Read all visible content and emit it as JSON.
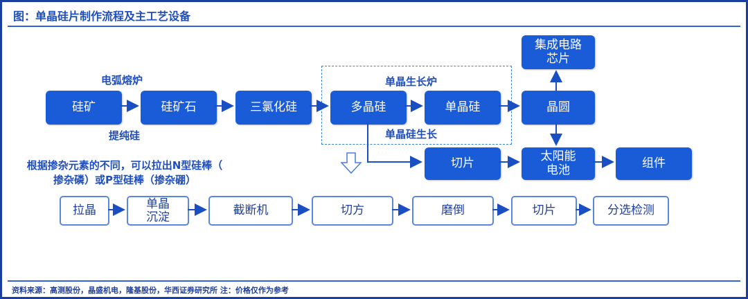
{
  "title": "图：单晶硅片制作流程及主工艺设备",
  "footer": "资料来源：高测股份，晶盛机电，隆基股份，华西证券研究所  注：价格仅作为参考",
  "main_flow": {
    "silicon_ore": "硅矿",
    "quartz": "硅矿石",
    "trichlorosilane": "三氯化硅",
    "polysilicon": "多晶硅",
    "monosilicon": "单晶硅",
    "wafer": "晶圆",
    "ic_chip": "集成电路\n芯片",
    "slicing": "切片",
    "solar_cell": "太阳能\n电池",
    "module": "组件"
  },
  "labels": {
    "arc_furnace": "电弧熔炉",
    "purify": "提纯硅",
    "crystal_furnace": "单晶生长炉",
    "crystal_growth": "单晶硅生长"
  },
  "note": "根据掺杂元素的不同，可以拉出N型硅棒（\n掺杂磷）或P型硅棒（掺杂硼）",
  "process_steps": [
    "拉晶",
    "单晶\n沉淀",
    "截断机",
    "切方",
    "磨倒",
    "切片",
    "分选检测"
  ]
}
